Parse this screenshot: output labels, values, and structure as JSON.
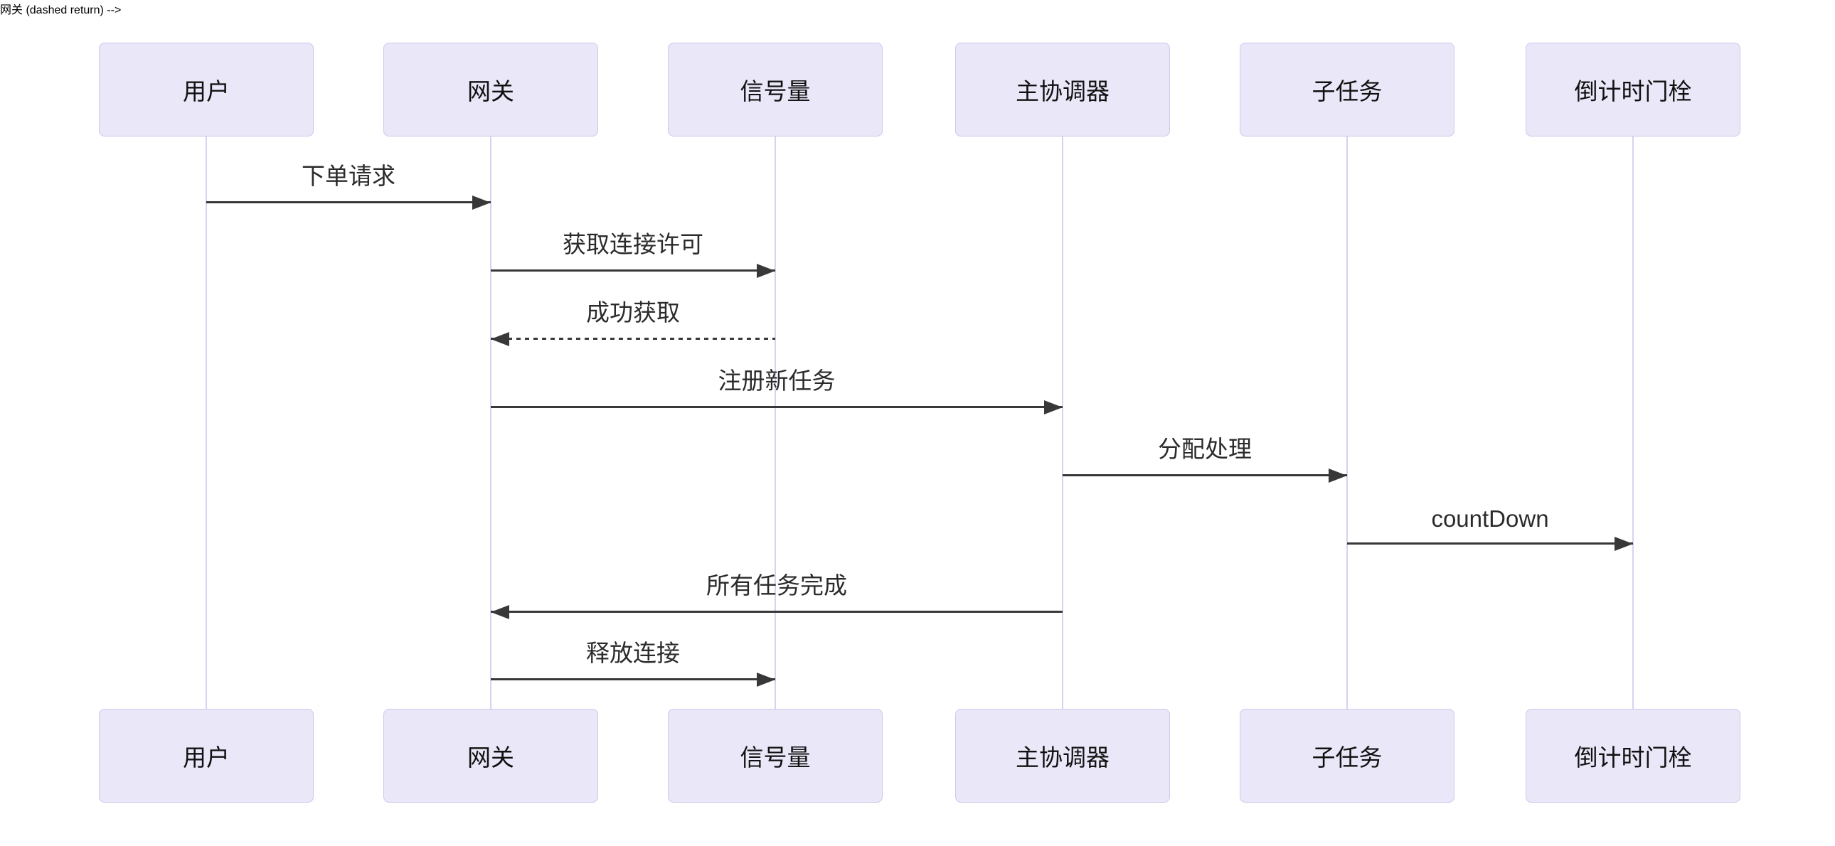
{
  "diagram": {
    "type": "sequence-diagram",
    "background_color": "#ffffff",
    "actor_box_fill": "#e9e7f8",
    "actor_box_border": "#cfc7ec",
    "lifeline_color": "#d8d2ee",
    "arrow_color": "#383838",
    "text_color": "#111111"
  },
  "actors": [
    {
      "id": "user",
      "name": "用户"
    },
    {
      "id": "gateway",
      "name": "网关"
    },
    {
      "id": "semaphore",
      "name": "信号量"
    },
    {
      "id": "coordinator",
      "name": "主协调器"
    },
    {
      "id": "subtask",
      "name": "子任务"
    },
    {
      "id": "countdown-latch",
      "name": "倒计时门栓"
    }
  ],
  "messages": [
    {
      "from": "用户",
      "to": "网关",
      "label": "下单请求",
      "line": "solid",
      "direction": "right"
    },
    {
      "from": "网关",
      "to": "信号量",
      "label": "获取连接许可",
      "line": "solid",
      "direction": "right"
    },
    {
      "from": "信号量",
      "to": "网关",
      "label": "成功获取",
      "line": "dashed",
      "direction": "left"
    },
    {
      "from": "网关",
      "to": "主协调器",
      "label": "注册新任务",
      "line": "solid",
      "direction": "right"
    },
    {
      "from": "主协调器",
      "to": "子任务",
      "label": "分配处理",
      "line": "solid",
      "direction": "right"
    },
    {
      "from": "子任务",
      "to": "倒计时门栓",
      "label": "countDown",
      "line": "solid",
      "direction": "right"
    },
    {
      "from": "主协调器",
      "to": "网关",
      "label": "所有任务完成",
      "line": "solid",
      "direction": "left"
    },
    {
      "from": "网关",
      "to": "信号量",
      "label": "释放连接",
      "line": "solid",
      "direction": "right"
    }
  ]
}
